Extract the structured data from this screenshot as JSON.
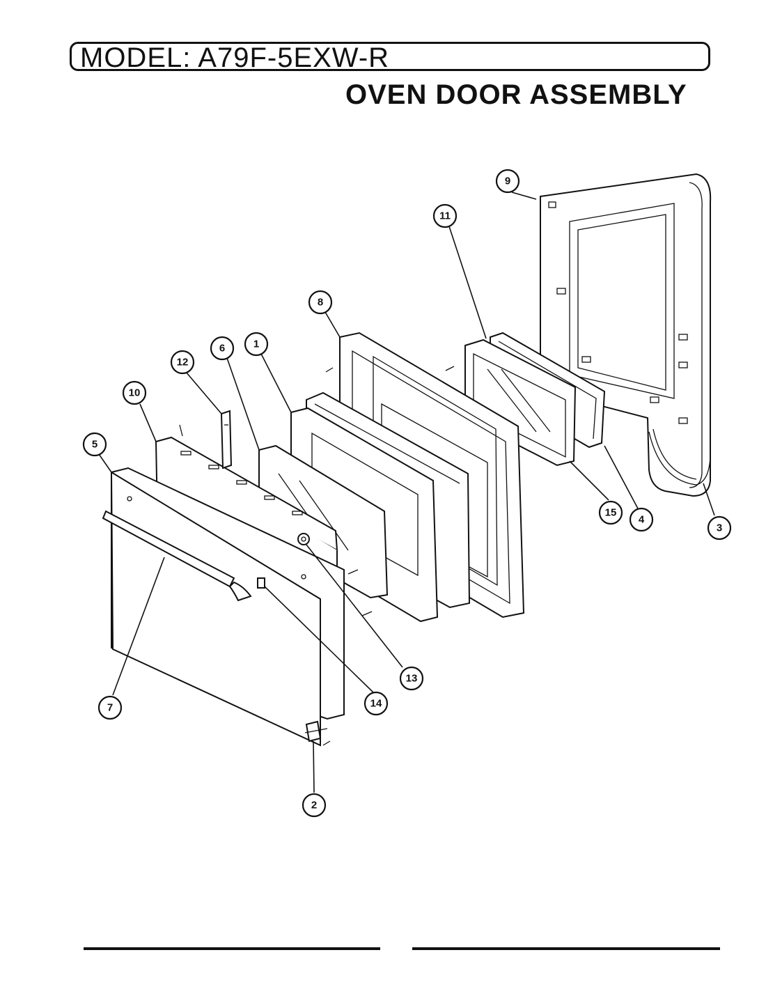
{
  "header": {
    "model_label": "MODEL: A79F-5EXW-R",
    "section_title": "OVEN DOOR ASSEMBLY"
  },
  "diagram": {
    "callouts": [
      {
        "id": "c9",
        "label": "9"
      },
      {
        "id": "c11",
        "label": "11"
      },
      {
        "id": "c8",
        "label": "8"
      },
      {
        "id": "c1",
        "label": "1"
      },
      {
        "id": "c6",
        "label": "6"
      },
      {
        "id": "c12",
        "label": "12"
      },
      {
        "id": "c10",
        "label": "10"
      },
      {
        "id": "c5",
        "label": "5"
      },
      {
        "id": "c4",
        "label": "4"
      },
      {
        "id": "c3",
        "label": "3"
      },
      {
        "id": "c15",
        "label": "15"
      },
      {
        "id": "c13",
        "label": "13"
      },
      {
        "id": "c14",
        "label": "14"
      },
      {
        "id": "c7",
        "label": "7"
      },
      {
        "id": "c2",
        "label": "2"
      }
    ]
  }
}
